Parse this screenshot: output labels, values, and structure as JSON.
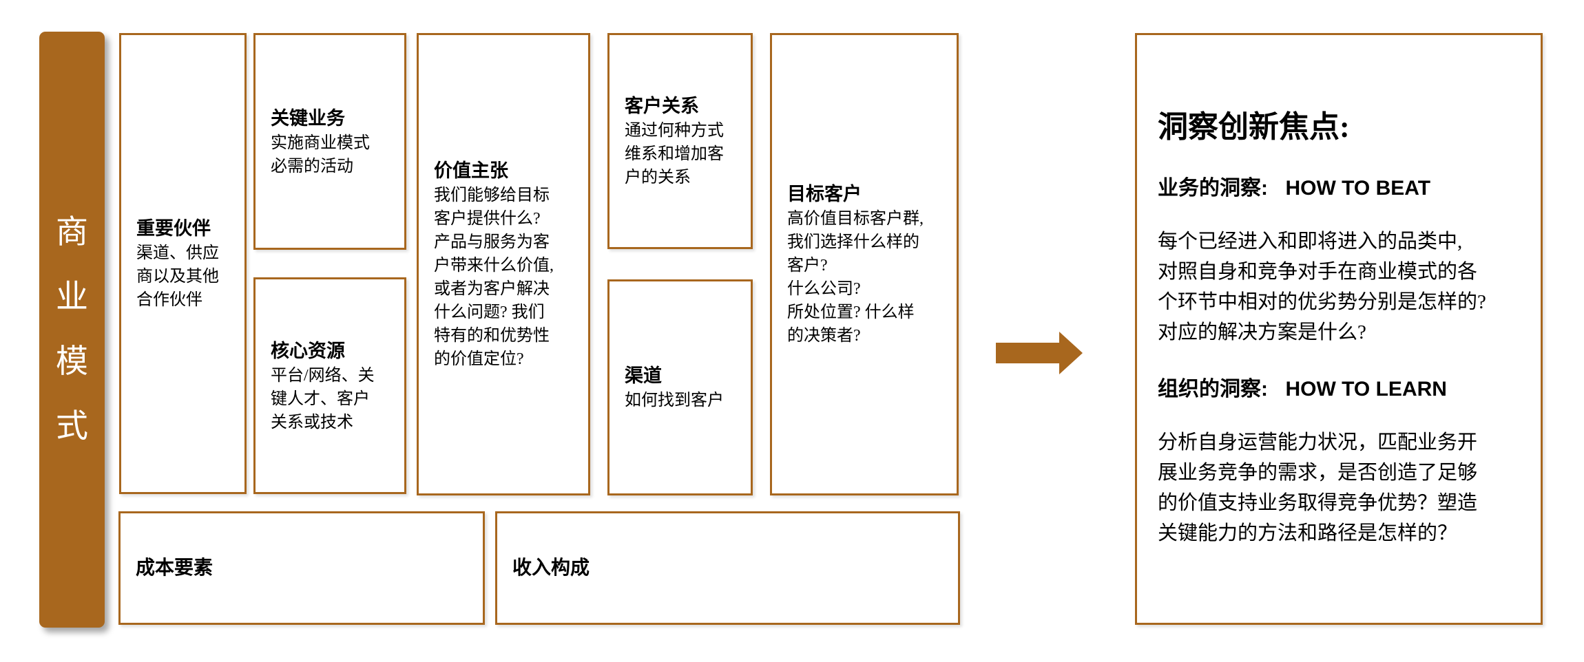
{
  "colors": {
    "accent_brown": "#A8671E",
    "text": "#000000",
    "background": "#FFFFFF"
  },
  "sidebar": {
    "label": "商业模式",
    "chars": [
      "商",
      "业",
      "模",
      "式"
    ]
  },
  "canvas": {
    "partners": {
      "title": "重要伙伴",
      "body": "渠道、供应\n商以及其他\n合作伙伴"
    },
    "activities": {
      "title": "关键业务",
      "body": "实施商业模式\n必需的活动"
    },
    "resources": {
      "title": "核心资源",
      "body": "平台/网络、关\n键人才、客户\n关系或技术"
    },
    "value_proposition": {
      "title": "价值主张",
      "body": "我们能够给目标\n客户提供什么?\n产品与服务为客\n户带来什么价值,\n或者为客户解决\n什么问题? 我们\n特有的和优势性\n的价值定位?"
    },
    "customer_relations": {
      "title": "客户关系",
      "body": "通过何种方式\n维系和增加客\n户的关系"
    },
    "channels": {
      "title": "渠道",
      "body": "如何找到客户"
    },
    "target_customers": {
      "title": "目标客户",
      "body": "高价值目标客户群,\n我们选择什么样的\n客户?\n什么公司?\n所处位置? 什么样\n的决策者?"
    },
    "cost": {
      "title": "成本要素"
    },
    "revenue": {
      "title": "收入构成"
    }
  },
  "insight": {
    "title": "洞察创新焦点:",
    "sections": [
      {
        "label": "业务的洞察:",
        "keyword": "HOW TO BEAT",
        "body": "每个已经进入和即将进入的品类中,\n对照自身和竞争对手在商业模式的各\n个环节中相对的优劣势分别是怎样的?\n对应的解决方案是什么?"
      },
      {
        "label": "组织的洞察:",
        "keyword": "HOW TO LEARN",
        "body": "分析自身运营能力状况，匹配业务开\n展业务竞争的需求，是否创造了足够\n的价值支持业务取得竞争优势？塑造\n关键能力的方法和路径是怎样的？"
      }
    ]
  }
}
